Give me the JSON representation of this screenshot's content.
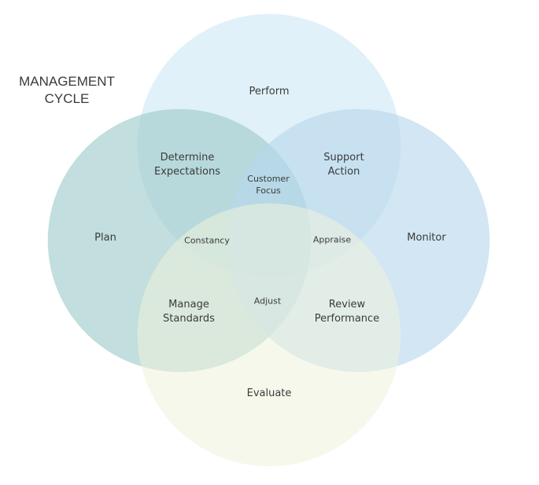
{
  "title": {
    "line1": "MANAGEMENT",
    "line2": "CYCLE"
  },
  "circles": {
    "perform": {
      "label": "Perform",
      "color": "#d6ecf6"
    },
    "plan": {
      "label": "Plan",
      "color": "#9ccac9"
    },
    "monitor": {
      "label": "Monitor",
      "color": "#b6d7ec"
    },
    "evaluate": {
      "label": "Evaluate",
      "color": "#f0f2dc"
    }
  },
  "overlaps": {
    "determine_expectations": {
      "line1": "Determine",
      "line2": "Expectations"
    },
    "support_action": {
      "line1": "Support",
      "line2": "Action"
    },
    "manage_standards": {
      "line1": "Manage",
      "line2": "Standards"
    },
    "review_performance": {
      "line1": "Review",
      "line2": "Performance"
    },
    "customer_focus": {
      "line1": "Customer",
      "line2": "Focus"
    },
    "constancy": "Constancy",
    "appraise": "Appraise",
    "adjust": "Adjust"
  }
}
